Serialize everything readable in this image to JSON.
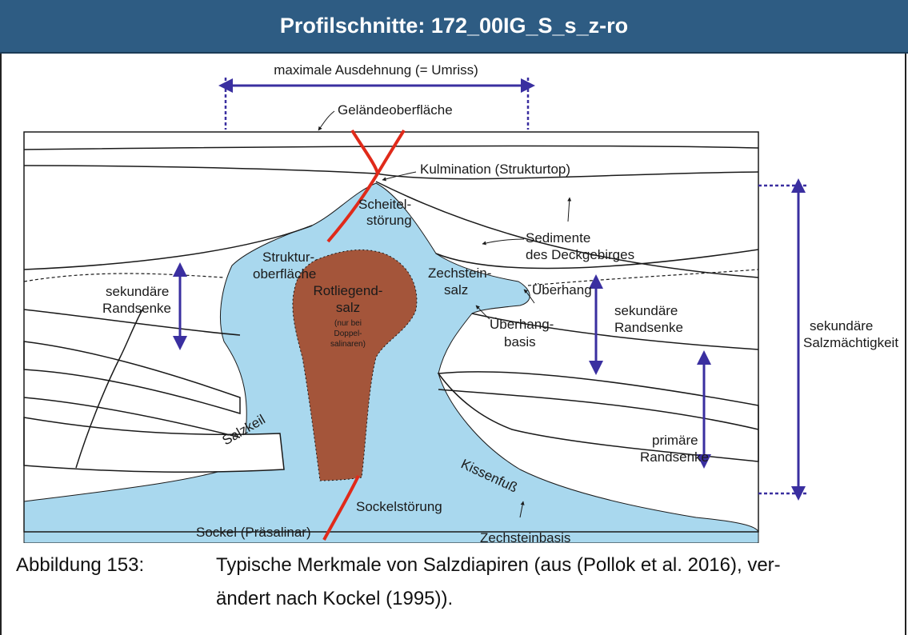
{
  "header": {
    "title": "Profilschnitte: 172_00IG_S_s_z-ro"
  },
  "figure": {
    "labels": {
      "max_extent": "maximale Ausdehnung (= Umriss)",
      "surface": "Geländeoberfläche",
      "culmination": "Kulmination (Strukturtop)",
      "crest_fault_1": "Scheitel-",
      "crest_fault_2": "störung",
      "sediments_1": "Sedimente",
      "sediments_2": "des Deckgebirges",
      "structure_surface_1": "Struktur-",
      "structure_surface_2": "oberfläche",
      "zechstein_salt_1": "Zechstein-",
      "zechstein_salt_2": "salz",
      "rotliegend_1": "Rotliegend-",
      "rotliegend_2": "salz",
      "rotliegend_3": "(nur bei",
      "rotliegend_4": "Doppel-",
      "rotliegend_5": "salinaren)",
      "overhang": "Überhang",
      "overhang_base_1": "Überhang-",
      "overhang_base_2": "basis",
      "sec_rim_left_1": "sekundäre",
      "sec_rim_left_2": "Randsenke",
      "sec_rim_right_1": "sekundäre",
      "sec_rim_right_2": "Randsenke",
      "sec_thickness_1": "sekundäre",
      "sec_thickness_2": "Salzmächtigkeit",
      "primary_rim_1": "primäre",
      "primary_rim_2": "Randsenke",
      "salt_wedge": "Salzkeil",
      "pillow_foot": "Kissenfuß",
      "base_fault": "Sockelstörung",
      "basement": "Sockel (Präsalinar)",
      "zechstein_base": "Zechsteinbasis"
    },
    "colors": {
      "salt": "#a9d8ee",
      "rotliegend": "#a4553a",
      "arrow": "#3a2fa0",
      "fault": "#e02a1a",
      "line": "#1a1a1a"
    }
  },
  "caption": {
    "number": "Abbildung 153:",
    "line1": "Typische Merkmale von Salzdiapiren (aus (Pollok et al. 2016), ver-",
    "line2": "ändert nach Kockel (1995))."
  }
}
